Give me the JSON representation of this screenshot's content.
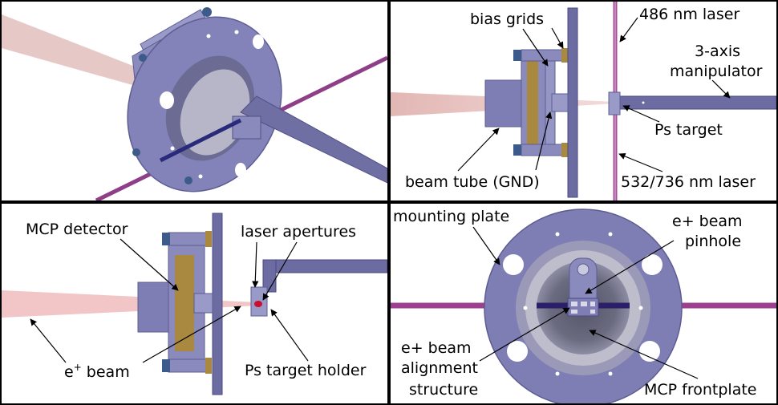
{
  "panels": {
    "top_right": {
      "bias_grids": "bias grids",
      "laser_486": "486 nm laser",
      "manipulator_line1": "3-axis",
      "manipulator_line2": "manipulator",
      "ps_target": "Ps target",
      "beam_tube": "beam tube (GND)",
      "laser_532": "532/736 nm laser"
    },
    "bottom_left": {
      "mcp_detector": "MCP detector",
      "laser_apertures": "laser apertures",
      "e_beam_base": "e",
      "e_beam_sup": "+",
      "e_beam_rest": " beam",
      "ps_target_holder": "Ps target holder"
    },
    "bottom_right": {
      "mounting_plate": "mounting plate",
      "pinhole_line1": "e+ beam",
      "pinhole_line2": "pinhole",
      "alignment_line1": "e+ beam",
      "alignment_line2": "alignment",
      "alignment_line3": "structure",
      "mcp_frontplate": "MCP frontplate"
    }
  },
  "colors": {
    "metal": "#7e7eb4",
    "metal_dark": "#5c5c92",
    "gold": "#a8893f",
    "laser_purple": "#9b3f8e",
    "beam_pink": "#e9c7c5",
    "bolt": "#3c5a8a"
  }
}
